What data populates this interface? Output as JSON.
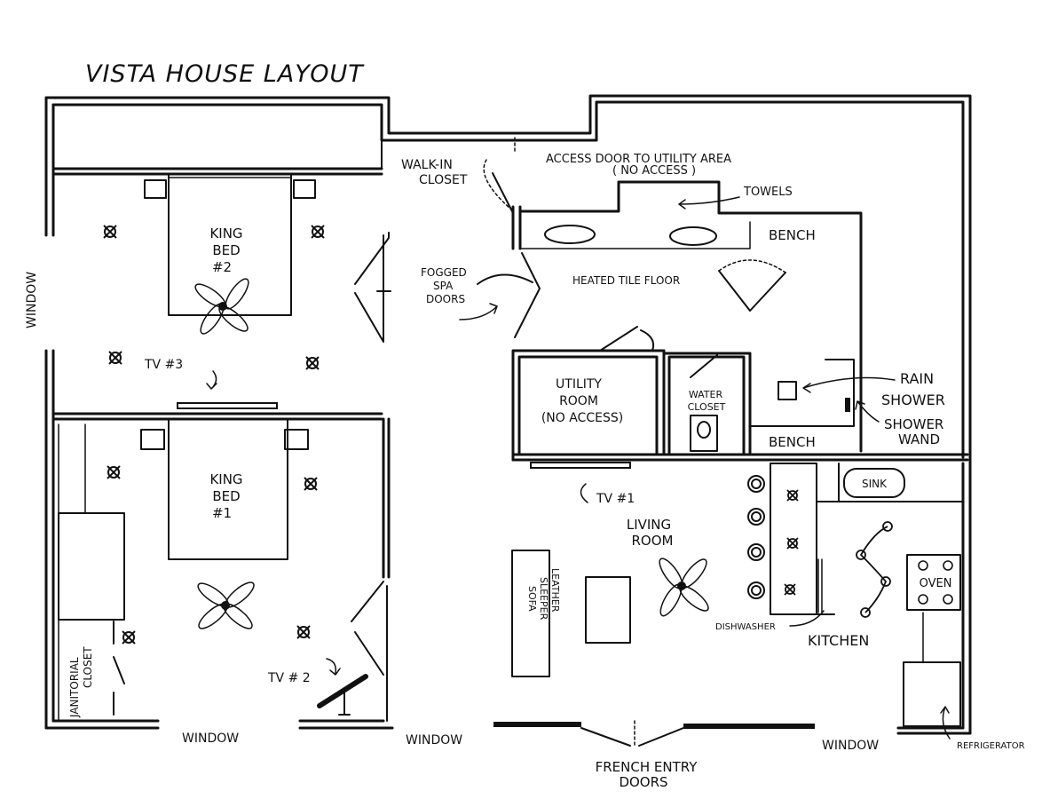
{
  "title": "VISTA HOUSE LAYOUT",
  "labels": {
    "window_left": "WINDOW",
    "walk_in_1": "WALK-IN",
    "walk_in_2": "CLOSET",
    "access_1": "ACCESS DOOR TO UTILITY AREA",
    "access_2": "( NO ACCESS )",
    "towels": "TOWELS",
    "bench_top": "BENCH",
    "king2_1": "KING",
    "king2_2": "BED",
    "king2_3": "#2",
    "fogged_1": "FOGGED",
    "fogged_2": "SPA",
    "fogged_3": "DOORS",
    "heated": "HEATED TILE FLOOR",
    "tv3": "TV #3",
    "utility_1": "UTILITY",
    "utility_2": "ROOM",
    "utility_3": "(NO ACCESS)",
    "water_1": "WATER",
    "water_2": "CLOSET",
    "rain_1": "RAIN",
    "rain_2": "SHOWER",
    "wand_1": "SHOWER",
    "wand_2": "WAND",
    "bench_bottom": "BENCH",
    "king1_1": "KING",
    "king1_2": "BED",
    "king1_3": "#1",
    "tv1": "TV #1",
    "sink": "SINK",
    "living_1": "LIVING",
    "living_2": "ROOM",
    "sofa_1": "LEATHER",
    "sofa_2": "SLEEPER",
    "sofa_3": "SOFA",
    "oven": "OVEN",
    "dishwasher": "DISHWASHER",
    "kitchen": "KITCHEN",
    "janitorial_1": "JANITORIAL",
    "janitorial_2": "CLOSET",
    "tv2": "TV # 2",
    "window_bottom_left": "WINDOW",
    "window_bottom_mid": "WINDOW",
    "window_bottom_right": "WINDOW",
    "french_1": "FRENCH ENTRY",
    "french_2": "DOORS",
    "refrigerator": "REFRIGERATOR"
  }
}
